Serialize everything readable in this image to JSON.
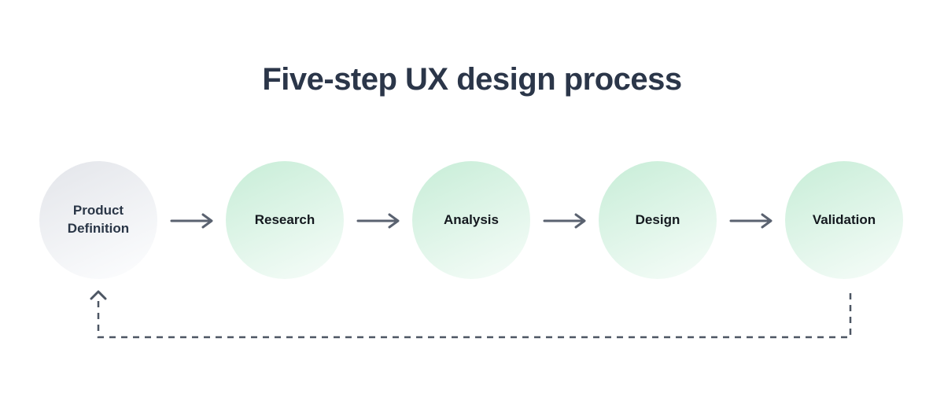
{
  "title": "Five-step UX design process",
  "steps": [
    {
      "id": "product-definition",
      "label": "Product Definition",
      "circle_style": "gray-gradient"
    },
    {
      "id": "research",
      "label": "Research",
      "circle_style": "green-gradient"
    },
    {
      "id": "analysis",
      "label": "Analysis",
      "circle_style": "green-gradient"
    },
    {
      "id": "design",
      "label": "Design",
      "circle_style": "green-gradient"
    },
    {
      "id": "validation",
      "label": "Validation",
      "circle_style": "green-gradient"
    }
  ],
  "connectors": {
    "forward_arrow_icon": "right-arrow",
    "feedback_loop": {
      "from": "Validation",
      "to": "Product Definition",
      "style": "dashed",
      "arrow_direction": "up"
    }
  },
  "colors": {
    "title_color": "#2b3649",
    "label_start_color": "#2a3647",
    "label_color": "#14191f",
    "start_circle_top": "#e3e5ea",
    "start_circle_bottom": "#fcfdfe",
    "green_circle_top": "#c7edd7",
    "green_circle_bottom": "#f5fcf8",
    "arrow_color": "#5a6270",
    "feedback_color": "#4d5663",
    "canvas_bg": "#ffffff"
  }
}
